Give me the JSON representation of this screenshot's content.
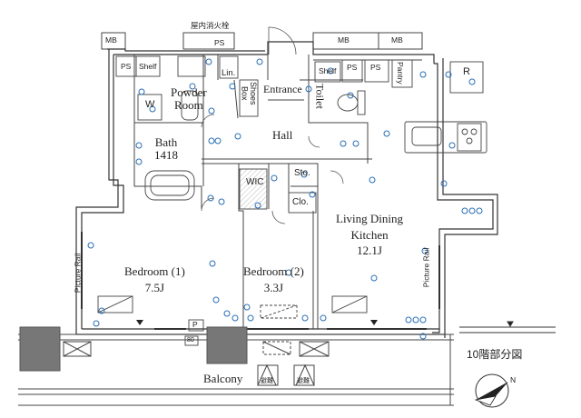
{
  "rooms": {
    "powder_room": "Powder\nRoom",
    "bath": "Bath\n1418",
    "hall": "Hall",
    "entrance": "Entrance",
    "toilet": "Toilet",
    "shoes_box": "Shoes\nBox",
    "lin": "Lin.",
    "wic": "WIC",
    "sto": "Sto.",
    "clo": "Clo.",
    "pantry": "Pantry",
    "refrigerator": "R",
    "bedroom1": "Bedroom (1)\n7.5J",
    "bedroom2": "Bedroom (2)\n3.3J",
    "ldk": "Living Dining\nKitchen\n12.1J",
    "balcony": "Balcony",
    "washer": "W"
  },
  "tags": {
    "mb": "MB",
    "ps": "PS",
    "shelf": "Shelf",
    "p": "P",
    "picture_rail": "Picture Rail",
    "fire_hydrant": "屋内消火栓",
    "evac_ladder": "避難",
    "evac_hatch": "避難",
    "ac_tag": "80"
  },
  "floor_label": "10階部分図",
  "compass_label": "N"
}
